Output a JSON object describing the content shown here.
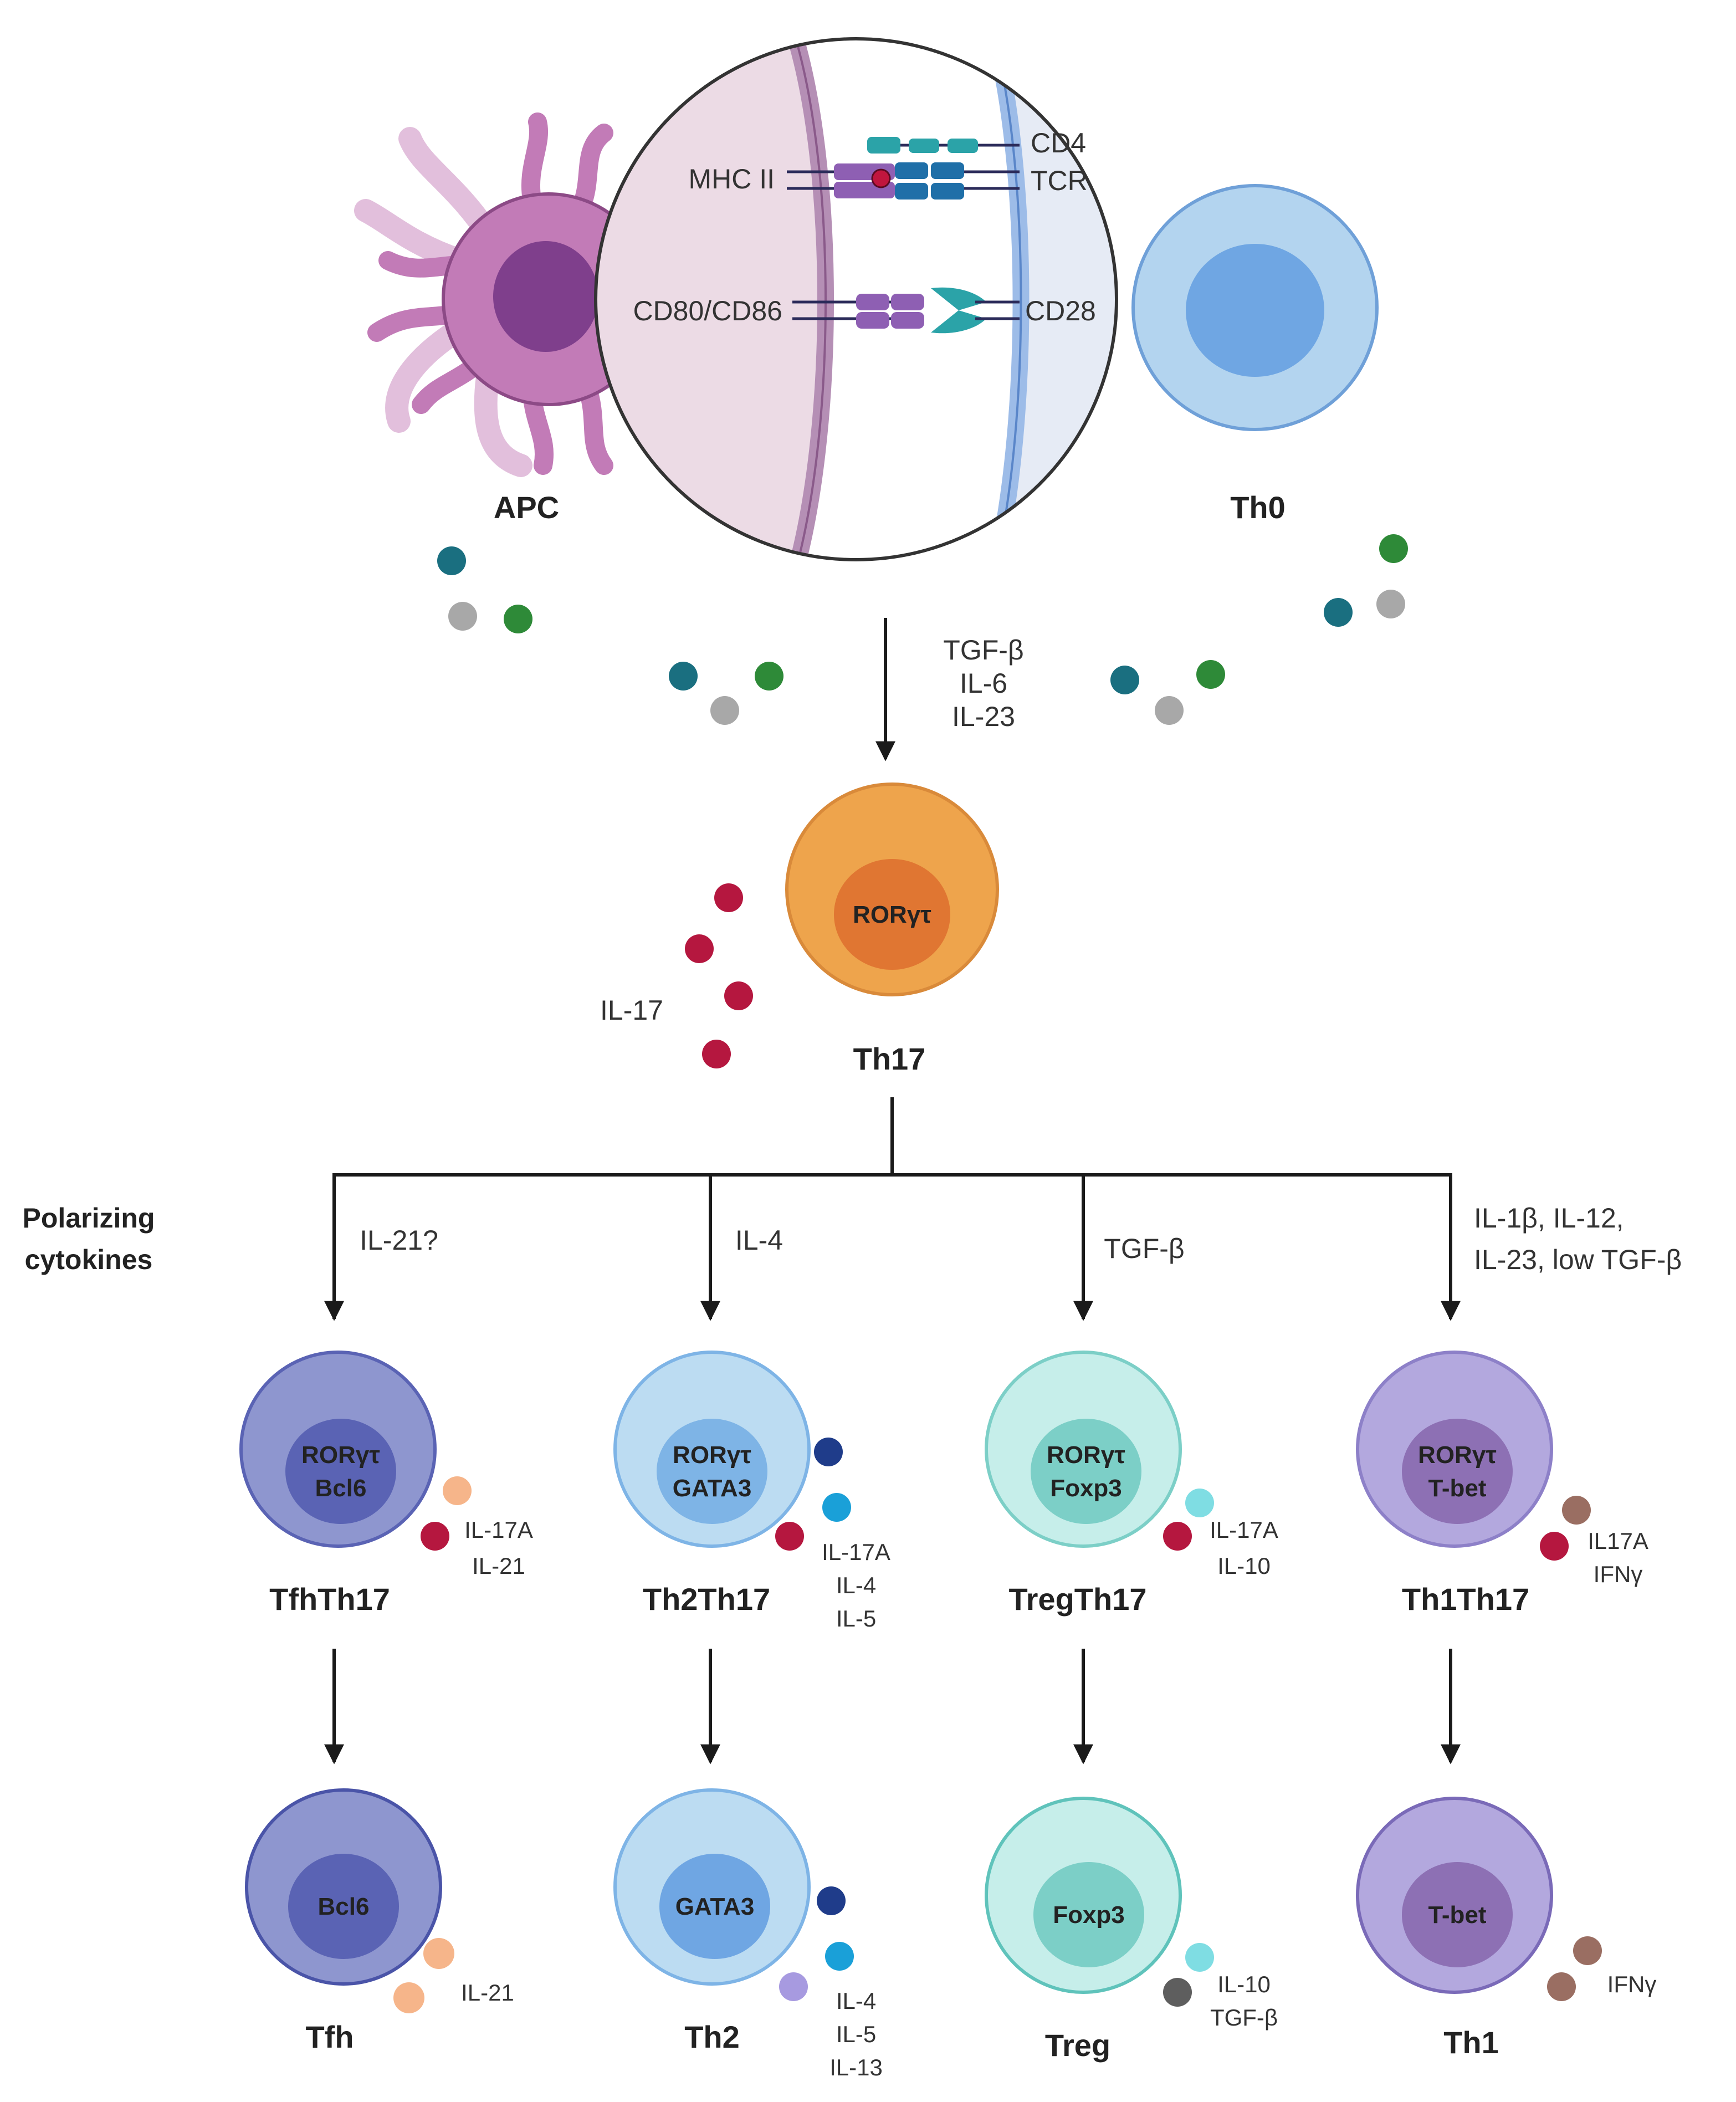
{
  "synapse": {
    "mhc2": "MHC II",
    "cd80_86": "CD80/CD86",
    "cd4": "CD4",
    "tcr": "TCR",
    "cd28": "CD28"
  },
  "cells": {
    "apc": "APC",
    "th0": "Th0",
    "th17": "Th17",
    "th17_tf": "RORγτ"
  },
  "th17_induction": {
    "cytokines": [
      "TGF-β",
      "IL-6",
      "IL-23"
    ]
  },
  "th17_secretes": "IL-17",
  "polarizing": {
    "label_line1": "Polarizing",
    "label_line2": "cytokines"
  },
  "branches": [
    {
      "polarizing_cytokines": [
        "IL-21?"
      ],
      "intermediate": {
        "name": "TfhTh17",
        "tf": [
          "RORγτ",
          "Bcl6"
        ],
        "cytokines": [
          "IL-17A",
          "IL-21"
        ]
      },
      "final": {
        "name": "Tfh",
        "tf": "Bcl6",
        "cytokines": [
          "IL-21"
        ]
      }
    },
    {
      "polarizing_cytokines": [
        "IL-4"
      ],
      "intermediate": {
        "name": "Th2Th17",
        "tf": [
          "RORγτ",
          "GATA3"
        ],
        "cytokines": [
          "IL-17A",
          "IL-4",
          "IL-5"
        ]
      },
      "final": {
        "name": "Th2",
        "tf": "GATA3",
        "cytokines": [
          "IL-4",
          "IL-5",
          "IL-13"
        ]
      }
    },
    {
      "polarizing_cytokines": [
        "TGF-β"
      ],
      "intermediate": {
        "name": "TregTh17",
        "tf": [
          "RORγτ",
          "Foxp3"
        ],
        "cytokines": [
          "IL-17A",
          "IL-10"
        ]
      },
      "final": {
        "name": "Treg",
        "tf": "Foxp3",
        "cytokines": [
          "IL-10",
          "TGF-β"
        ]
      }
    },
    {
      "polarizing_cytokines": [
        "IL-1β, IL-12,",
        "IL-23, low TGF-β"
      ],
      "intermediate": {
        "name": "Th1Th17",
        "tf": [
          "RORγτ",
          "T-bet"
        ],
        "cytokines": [
          "IL17A",
          "IFNγ"
        ]
      },
      "final": {
        "name": "Th1",
        "tf": "T-bet",
        "cytokines": [
          "IFNγ"
        ]
      }
    }
  ],
  "colors": {
    "apc": "#c27bb7",
    "apc_nucleus": "#7f3f8c",
    "th0": "#b3d4ef",
    "th0_nucleus": "#6fa6e3",
    "th17": "#eea44c",
    "th17_nucleus": "#e07632",
    "tfh": "#8e96cf",
    "tfh_nucleus": "#5a63b4",
    "th2": "#bcdcf2",
    "th2_nucleus": "#7eb4e6",
    "treg": "#c6eeea",
    "treg_nucleus": "#7ccfc7",
    "th1": "#b3a8de",
    "th1_nucleus": "#8d70b4",
    "il17": "#b5173f",
    "teal_dot": "#1a6f80",
    "green_dot": "#2e8a38",
    "grey_dot": "#a8a8a8"
  }
}
